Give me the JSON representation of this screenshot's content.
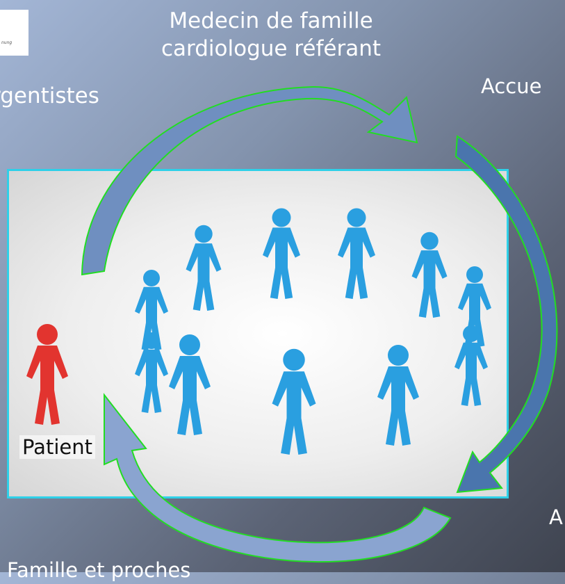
{
  "labels": {
    "top_line1": "Medecin de famille",
    "top_line2": "cardiologue référant",
    "left": "rgentistes",
    "right": "Accue",
    "bottom_right": "A",
    "bottom": "Famille et proches",
    "patient": "Patient"
  },
  "logo": {
    "text": "nung"
  },
  "colors": {
    "figure_blue": "#2a9fe0",
    "patient_red": "#e2342f",
    "arrow_dark": "#2a5b93",
    "arrow_light": "#b6c8e8",
    "arrow_outline": "#22dd22",
    "photo_border": "#2ed0e8"
  }
}
